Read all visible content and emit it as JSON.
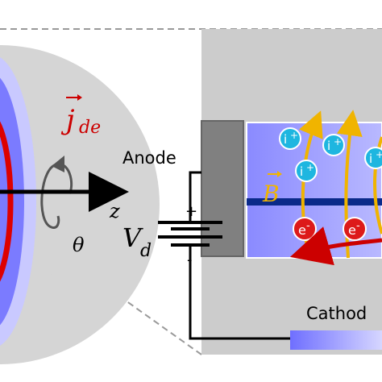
{
  "labels": {
    "anode": "Anode",
    "cathode": "Cathod",
    "current": "j",
    "current_sub": "de",
    "z_axis": "z",
    "theta": "θ",
    "voltage": "V",
    "voltage_sub": "d",
    "plus": "+",
    "minus": "-",
    "field": "B",
    "ion": "i",
    "ion_charge": "+",
    "electron": "e",
    "electron_charge": "-"
  },
  "colors": {
    "red": "#cc0000",
    "plasma_blue": "#7b7bff",
    "plasma_light": "#c9c9ff",
    "chamber_gray": "#cccccc",
    "field_yellow": "#f0b400",
    "ion_cyan": "#1eb6e0",
    "electron_red": "#dd1a1a",
    "dark_blue": "#0a2a8a",
    "dark_gray": "#808080"
  }
}
